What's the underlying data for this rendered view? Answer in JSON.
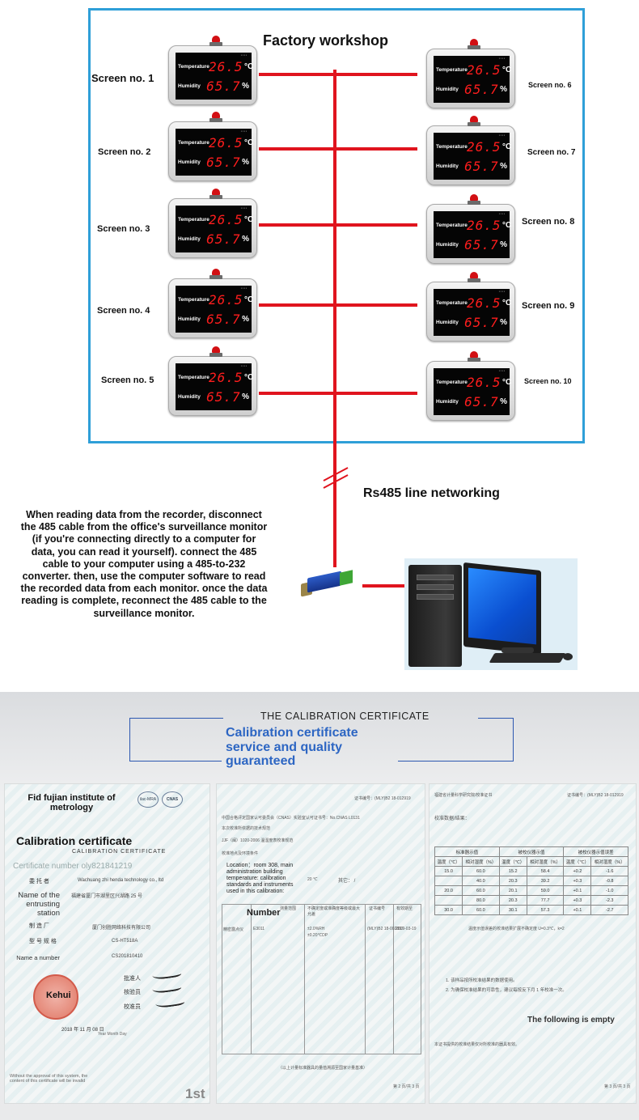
{
  "workshop": {
    "title": "Factory workshop",
    "monitor": {
      "temperature_label": "Temperature",
      "humidity_label": "Humidity",
      "temperature_value": "26.5",
      "humidity_value": "65.7",
      "temperature_unit": "°C",
      "humidity_unit": "%"
    },
    "screens_left": [
      "Screen no. 1",
      "Screen no. 2",
      "Screen no. 3",
      "Screen no. 4",
      "Screen no. 5"
    ],
    "screens_right": [
      "Screen no. 6",
      "Screen no. 7",
      "Screen no. 8",
      "Screen no. 9",
      "Screen no. 10"
    ]
  },
  "network_label": "Rs485 line networking",
  "instructions": "When reading data from the recorder, disconnect the 485 cable from the office's surveillance monitor (if you're connecting directly to a computer for data, you can read it yourself). connect the 485 cable to your computer using a 485-to-232 converter. then, use the computer software to read the recorded data from each monitor. once the data reading is complete, reconnect the 485 cable to the surveillance monitor.",
  "colors": {
    "frame": "#2e9fd8",
    "bus": "#e0141e",
    "subtitle": "#2d66c3"
  },
  "certificate_section": {
    "title": "THE CALIBRATION CERTIFICATE",
    "subtitle_lines": [
      "Calibration certificate",
      "service and quality",
      "guaranteed"
    ],
    "page1": {
      "institute": "Fid fujian institute of metrology",
      "logo_left": "ilac-MRA",
      "logo_right": "CNAS",
      "heading": "Calibration certificate",
      "heading_caps": "CALIBRATION CERTIFICATE",
      "certificate_number": "Certificate number oly821841219",
      "client_value": "Wachuang zhi henda technology co., ltd",
      "name_of_entrusting_station": "Name of the entrusting station",
      "address_value": "福建省厦门市湖里区兴湖路 25 号",
      "manufacturer_value": "厦门创胜网络科技有限公司",
      "type_value": "CS-HT518A",
      "name_a_number": "Name a number",
      "number_value": "CS201810410",
      "stamp": "Kehui",
      "approved": "批准人",
      "checked": "核验员",
      "calibrated": "校准员",
      "date": "2018 年 11 月 08 日",
      "date_caption": "Year Month Day",
      "footer": "Without the approval of this system, the content of this certificate will be invalid",
      "page_tag": "1st"
    },
    "page2": {
      "cert_no": "证书编号：(MLY)B2 18-012919",
      "cnas_line": "中国合格评定国家认可委员会（CNAS）实验室认可证书号：No.CNAS L0131",
      "basis_line": "本次校准所依据的技术规范",
      "standard_line": "JJF（闽）1020-2006 温湿度表校准规范",
      "env_line": "校准地点及环境条件",
      "location": "Location：room 308, main administration building temperature: calibration standards and instruments used in this calibration:",
      "temp_value": "20 ℃",
      "other": "其它： /",
      "number_label": "Number",
      "col_headers": [
        "测量范围",
        "不确定度或准确度等级或最大允差",
        "证书编号",
        "有效期至"
      ],
      "row": [
        "精密露点仪",
        "E3011",
        "±2.0%RH",
        "±0.20℃DP",
        "(MLY)B2 18-002897",
        "2019-03-19"
      ],
      "footer": "（以上计量标准器具的量值溯源至国家计量基准）",
      "page": "第 2 页/共 3 页"
    },
    "page3": {
      "cert_no": "证书编号：(MLY)B2 18-012919",
      "institute_cn": "福建省计量科学研究院/校准证书",
      "results_label": "校准数据/结果：",
      "header_row1": [
        "标准器示值",
        "被校仪器示值",
        "被校仪器示值误差"
      ],
      "header_row2": [
        "温度（℃）",
        "相对湿度（%）",
        "温度（℃）",
        "相对湿度（%）",
        "温度（℃）",
        "相对湿度（%）"
      ],
      "rows": [
        [
          "15.0",
          "60.0",
          "15.2",
          "58.4",
          "+0.2",
          "-1.6"
        ],
        [
          "",
          "40.0",
          "20.3",
          "39.2",
          "+0.3",
          "-0.8"
        ],
        [
          "20.0",
          "60.0",
          "20.1",
          "59.0",
          "+0.1",
          "-1.0"
        ],
        [
          "",
          "80.0",
          "20.3",
          "77.7",
          "+0.3",
          "-2.3"
        ],
        [
          "30.0",
          "60.0",
          "30.1",
          "57.3",
          "+0.1",
          "-2.7"
        ]
      ],
      "uncertainty": "温度示值误差的校准结果扩展不确定度 U=0.3℃，k=2",
      "notes": [
        "1. 该样品按所校准结果的数据使用。",
        "2. 为确保校准结果的可靠性，建议每按反下月 1 年校准一次。"
      ],
      "following_empty": "The following is empty",
      "footer": "本证书提供的校准结果仅对所校准的器具有效。",
      "page": "第 3 页/共 3 页"
    }
  }
}
